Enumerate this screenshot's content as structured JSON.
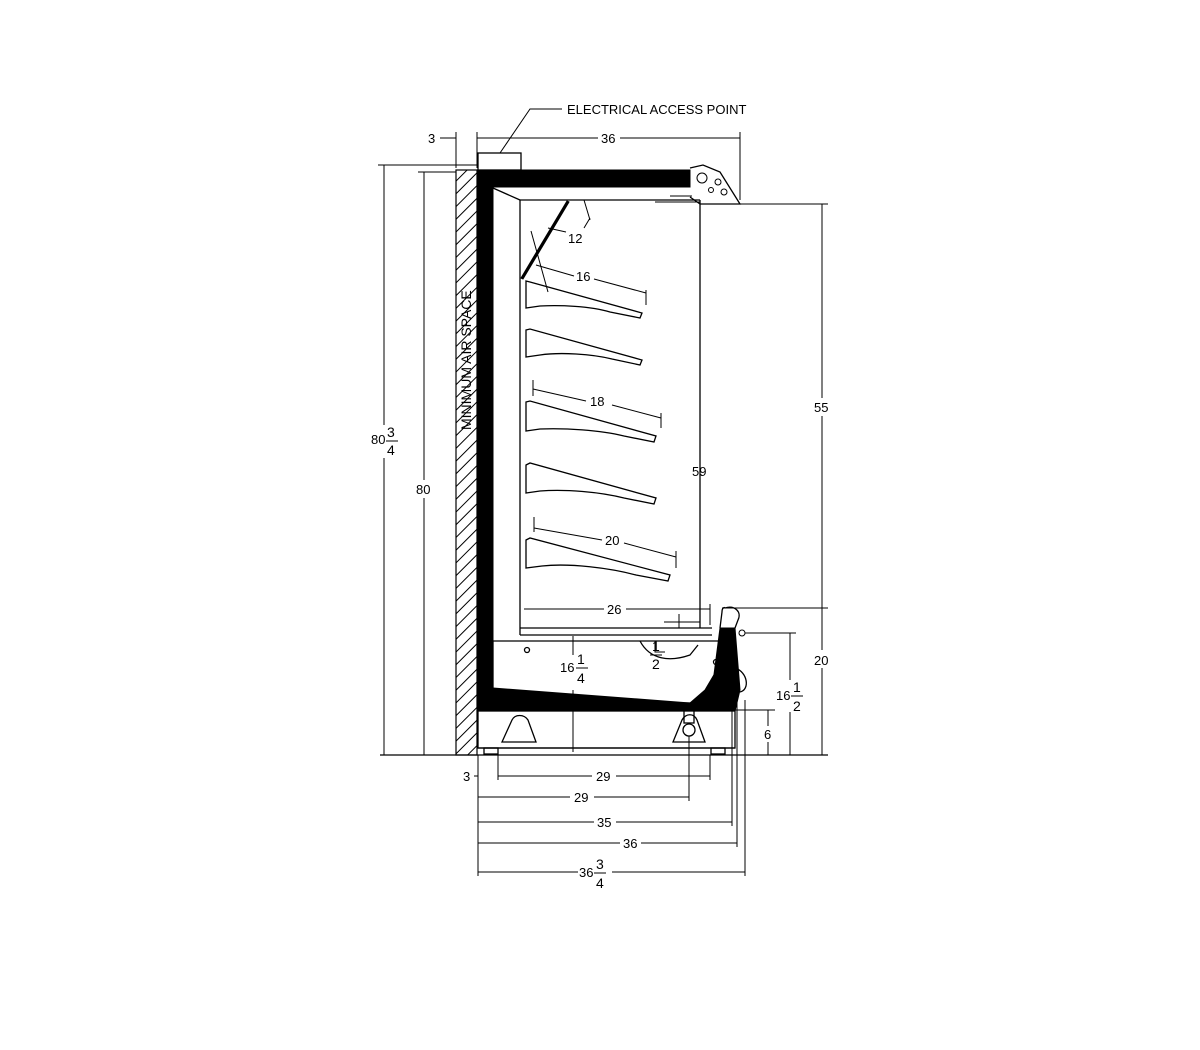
{
  "callout": {
    "electrical": "ELECTRICAL ACCESS POINT"
  },
  "wall": {
    "label": "MINIMUM AIR SPACE"
  },
  "dims": {
    "top_gap": "3",
    "top_width": "36",
    "shelf1_depth": "12",
    "shelf1_width": "16",
    "shelf3_width": "18",
    "shelf5_width": "20",
    "inner_height": "59",
    "upper_height": "55",
    "deck_depth": "26",
    "lower_height": "20",
    "overall_height_whole": "80",
    "overall_height_num": "3",
    "overall_height_den": "4",
    "height_80": "80",
    "base_height_whole": "16",
    "base_height_num": "1",
    "base_height_den": "4",
    "half_num": "1",
    "half_den": "2",
    "front_height_whole": "16",
    "front_height_num": "1",
    "front_height_den": "2",
    "front_low": "6",
    "bottom_gap": "3",
    "bottom_29a": "29",
    "bottom_29b": "29",
    "bottom_35": "35",
    "bottom_36": "36",
    "bottom_total_whole": "36",
    "bottom_total_num": "3",
    "bottom_total_den": "4"
  }
}
